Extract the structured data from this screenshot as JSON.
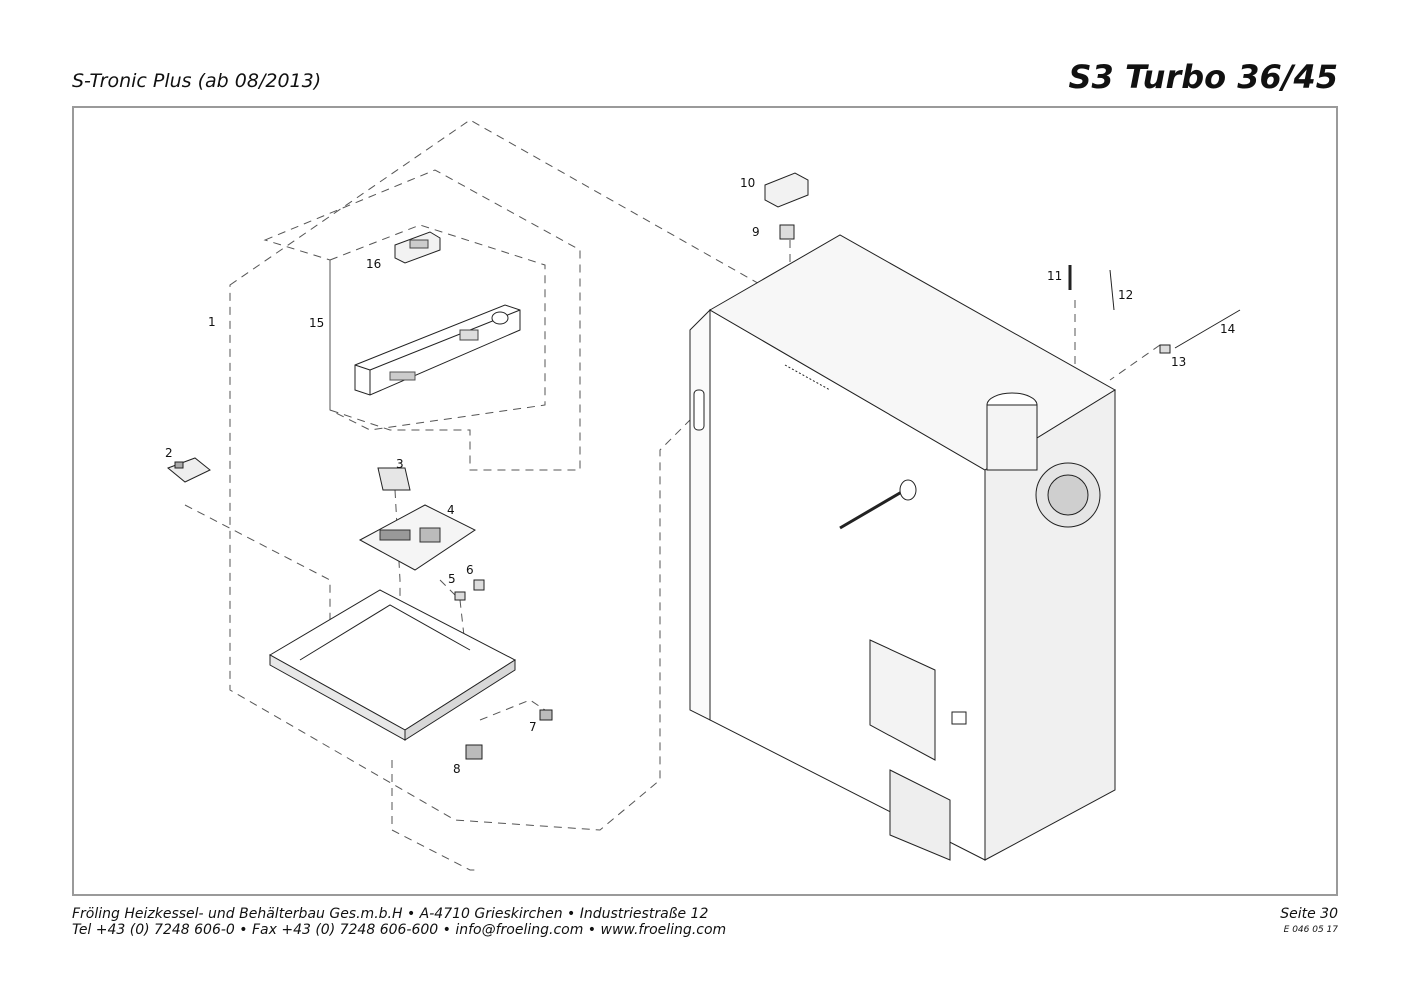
{
  "header": {
    "subtitle": "S-Tronic Plus (ab 08/2013)",
    "title": "S3 Turbo 36/45"
  },
  "callouts": {
    "c1": "1",
    "c2": "2",
    "c3": "3",
    "c4": "4",
    "c5": "5",
    "c6": "6",
    "c7": "7",
    "c8": "8",
    "c9": "9",
    "c10": "10",
    "c11": "11",
    "c12": "12",
    "c13": "13",
    "c14": "14",
    "c15": "15",
    "c16": "16"
  },
  "footer": {
    "line1": "Fröling Heizkessel- und Behälterbau Ges.m.b.H   •  A-4710 Grieskirchen   •  Industriestraße 12",
    "line2": "Tel +43 (0) 7248 606-0   •  Fax +43 (0) 7248 606-600   •  info@froeling.com   •  www.froeling.com",
    "page": "Seite 30",
    "doc_code": "E 046 05 17"
  }
}
